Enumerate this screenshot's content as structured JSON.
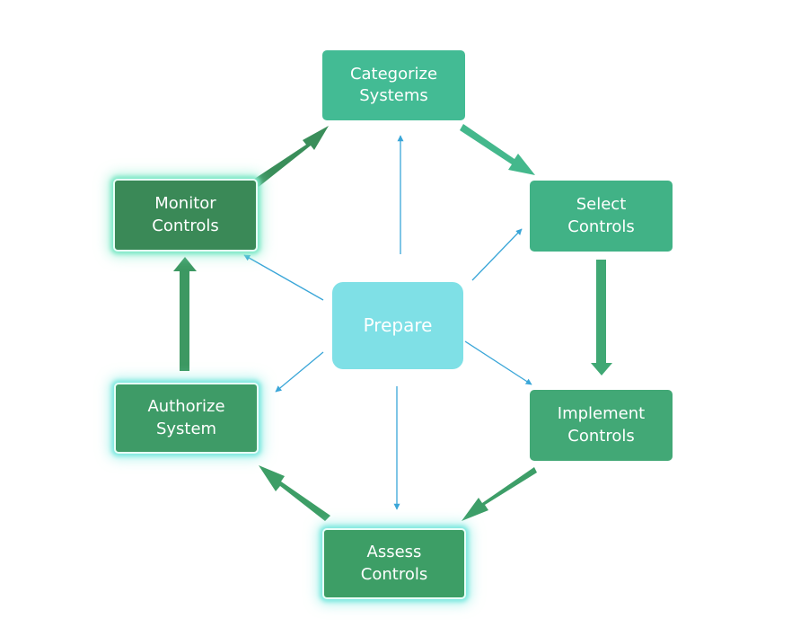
{
  "diagram": {
    "nodes": {
      "categorize": "Categorize\nSystems",
      "select": "Select\nControls",
      "implement": "Implement\nControls",
      "assess": "Assess\nControls",
      "authorize": "Authorize\nSystem",
      "monitor": "Monitor\nControls",
      "prepare": "Prepare"
    },
    "colors": {
      "thick_arrow": "#3f9e67",
      "thin_arrow": "#3aa6d8",
      "glow": "#7fe9e0"
    }
  }
}
